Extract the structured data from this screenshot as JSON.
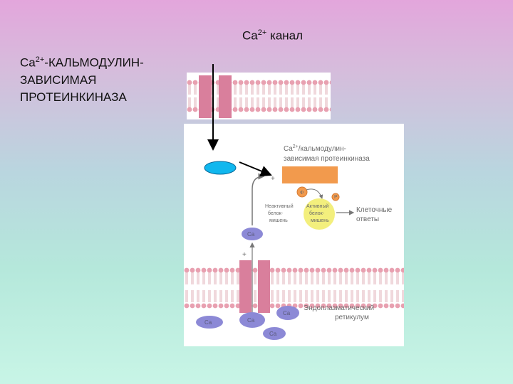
{
  "slide": {
    "channel_label": {
      "text": "Ca",
      "sup": "2+",
      "rest": " канал"
    },
    "kinase_label": {
      "text": "Ca",
      "sup": "2+",
      "line1_rest": "-КАЛЬМОДУЛИН-",
      "line2": "ЗАВИСИМАЯ",
      "line3": "ПРОТЕИНКИНАЗА"
    }
  },
  "figure": {
    "enzyme_line1_pre": "Ca",
    "enzyme_line1_sup": "2+",
    "enzyme_line1_post": "/кальмодулин-",
    "enzyme_line2": "зависимая протеинкиназа",
    "plus_sign": "+",
    "inactive_protein": [
      "Неактивный",
      "белок-",
      "мишень"
    ],
    "active_protein": [
      "Активный",
      "белок-",
      "мишень"
    ],
    "cell_response": [
      "Клеточные",
      "ответы"
    ],
    "er_label": [
      "Эндоплазматический",
      "ретикулум"
    ],
    "ion_label": "Ca",
    "atp_symbol": "P",
    "atp_left": "Ф"
  },
  "colors": {
    "membrane_head": "#e8a0b0",
    "channel": "#d97f9c",
    "enzyme_orange": "#f29a4d",
    "active_yellow": "#f3ef7d",
    "ion_purple": "#8c89d6",
    "cyan_ellipse": "#10b7ee"
  }
}
